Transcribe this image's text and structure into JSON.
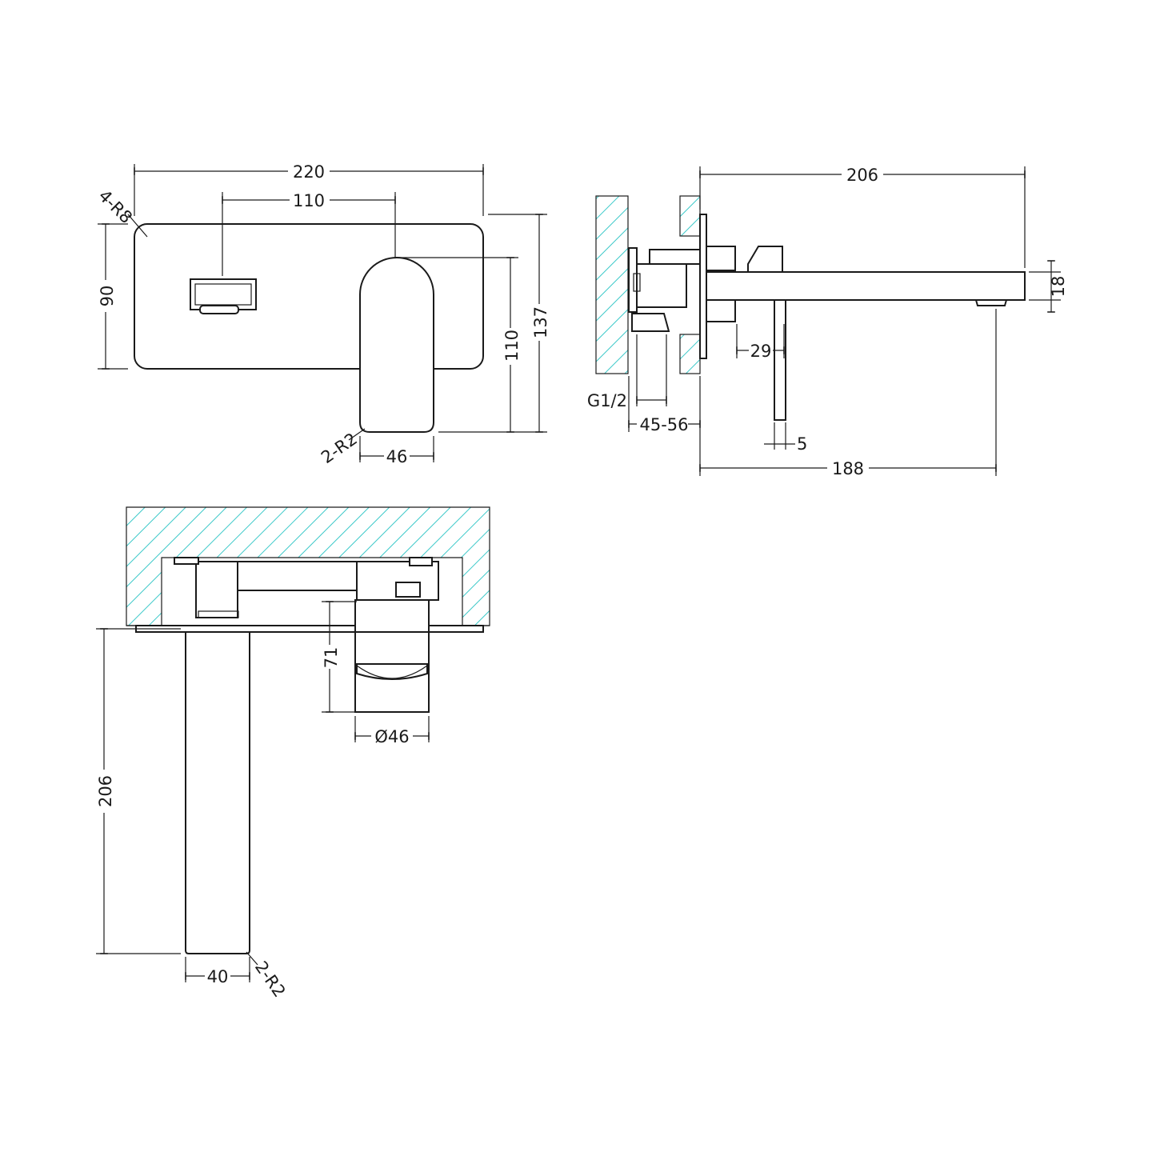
{
  "colors": {
    "line": "#1a1a1a",
    "wall_hatch": "#3cc9c9",
    "background": "#ffffff"
  },
  "front_view": {
    "dim_overall_width": "220",
    "dim_handle_to_spout": "110",
    "dim_corner_radius": "4-R8",
    "dim_plate_height": "90",
    "dim_handle_height": "110",
    "dim_overall_height": "137",
    "dim_handle_width": "46",
    "dim_handle_radius": "2-R2"
  },
  "side_view": {
    "dim_total_projection": "206",
    "dim_spout_height": "18",
    "dim_lever_offset": "29",
    "dim_inlet_thread": "G1/2",
    "dim_wall_depth": "45-56",
    "dim_lever_thickness": "5",
    "dim_spout_projection": "188"
  },
  "top_view": {
    "dim_handle_projection": "71",
    "dim_handle_diameter": "Ø46",
    "dim_spout_length": "206",
    "dim_spout_width": "40",
    "dim_spout_radius": "2-R2"
  }
}
